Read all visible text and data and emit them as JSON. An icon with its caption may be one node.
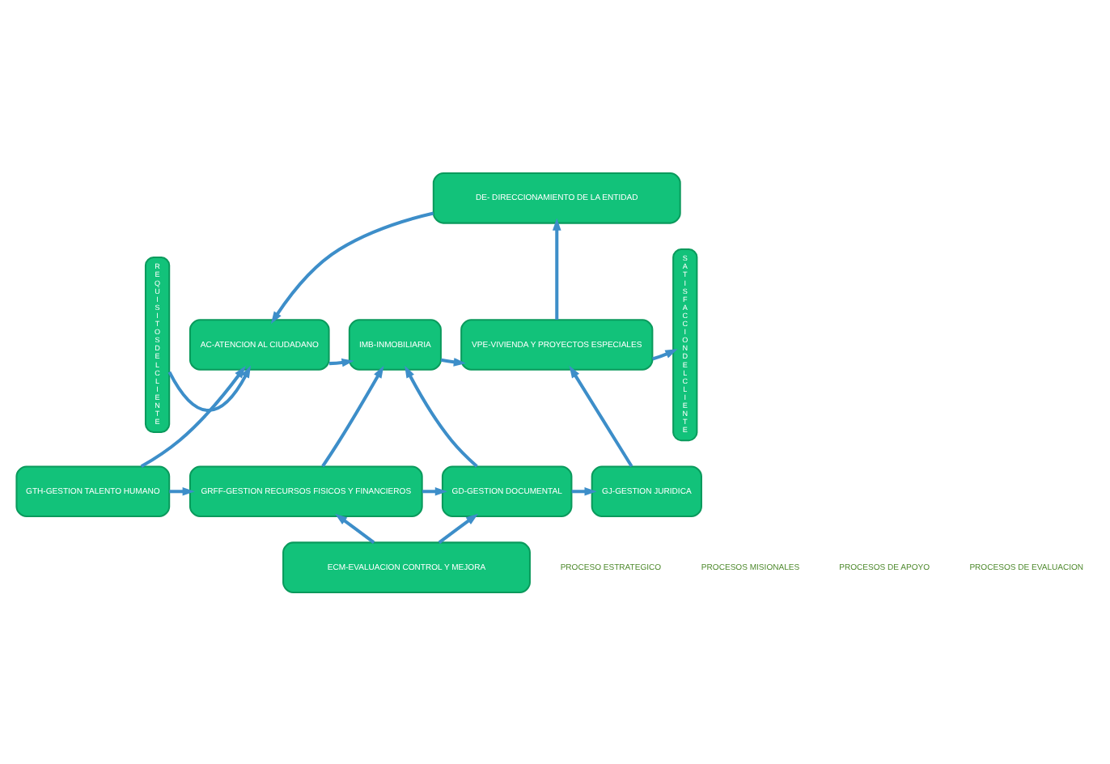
{
  "diagram": {
    "nodes": [
      {
        "text": [
          "REQUISITOSDELCLIENTE"
        ]
      },
      {
        "text": [
          "DE- DIRECCIONAMIENTO DE LA ENTIDAD"
        ]
      },
      {
        "text": [
          "AC-ATENCION AL CIUDADANO"
        ]
      },
      {
        "text": [
          "IMB-INMOBILIARIA"
        ]
      },
      {
        "text": [
          "VPE-VIVIENDA Y PROYECTOS ESPECIALES"
        ]
      },
      {
        "text": [
          "GTH-GESTION TALENTO HUMANO"
        ]
      },
      {
        "text": [
          "GRFF-GESTION RECURSOS FISICOS Y FINANCIEROS"
        ]
      },
      {
        "text": [
          "GD-GESTION DOCUMENTAL"
        ]
      },
      {
        "text": [
          "GJ-GESTION JURIDICA"
        ]
      },
      {
        "text": [
          "ECM-EVALUACION CONTROL Y MEJORA"
        ]
      },
      {
        "text": [
          "SATISFACCIONDELCLIENTE"
        ]
      }
    ],
    "edges": [
      {
        "from": 0,
        "to": 2,
        "arrow": "to"
      },
      {
        "from": 1,
        "to": 2,
        "arrow": "to"
      },
      {
        "from": 2,
        "to": 3,
        "arrow": "to"
      },
      {
        "from": 3,
        "to": 4,
        "arrow": "to"
      },
      {
        "from": 4,
        "to": 1,
        "arrow": "to"
      },
      {
        "from": 4,
        "to": 10,
        "arrow": "to"
      },
      {
        "from": 5,
        "to": 2,
        "arrow": "to"
      },
      {
        "from": 6,
        "to": 3,
        "arrow": "to"
      },
      {
        "from": 7,
        "to": 3,
        "arrow": "to"
      },
      {
        "from": 8,
        "to": 4,
        "arrow": "to"
      },
      {
        "from": 5,
        "to": 6,
        "arrow": "to"
      },
      {
        "from": 6,
        "to": 7,
        "arrow": "to"
      },
      {
        "from": 7,
        "to": 8,
        "arrow": "to"
      },
      {
        "from": 9,
        "to": 6,
        "arrow": "to"
      },
      {
        "from": 9,
        "to": 7,
        "arrow": "to"
      }
    ],
    "labels": [
      "PROCESO ESTRATEGICO",
      "PROCESOS MISIONALES",
      "PROCESOS DE APOYO",
      "PROCESOS DE EVALUACION"
    ]
  }
}
